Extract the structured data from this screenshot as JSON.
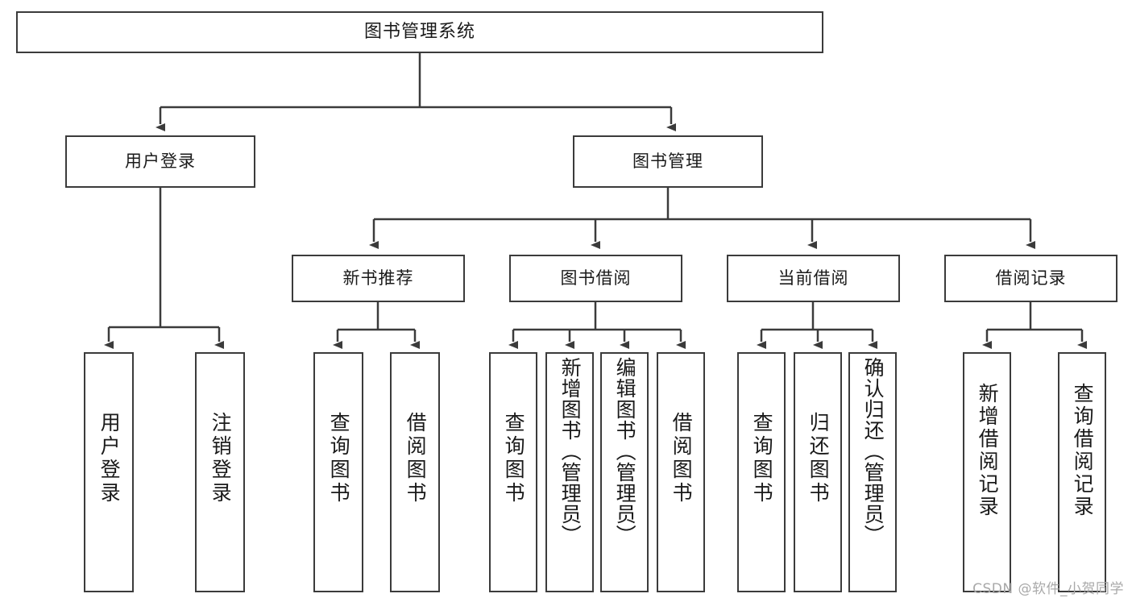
{
  "diagram": {
    "title": "图书管理系统",
    "watermark": "CSDN @软件_小贺同学",
    "colors": {
      "stroke": "#3b3b3b",
      "fill": "#ffffff",
      "text": "#1a1a1a",
      "watermark": "#a9a9a9"
    },
    "levels": {
      "root": {
        "label": "图书管理系统"
      },
      "level2": [
        {
          "label": "用户登录"
        },
        {
          "label": "图书管理"
        }
      ],
      "level3": [
        {
          "label": "新书推荐"
        },
        {
          "label": "图书借阅"
        },
        {
          "label": "当前借阅"
        },
        {
          "label": "借阅记录"
        }
      ],
      "leaves": {
        "user_login": [
          {
            "label": "用户登录"
          },
          {
            "label": "注销登录"
          }
        ],
        "new_book_recommend": [
          {
            "label": "查询图书"
          },
          {
            "label": "借阅图书"
          }
        ],
        "book_borrow": [
          {
            "label": "查询图书"
          },
          {
            "label": "新增图书（管理员）"
          },
          {
            "label": "编辑图书（管理员）"
          },
          {
            "label": "借阅图书"
          }
        ],
        "current_borrow": [
          {
            "label": "查询图书"
          },
          {
            "label": "归还图书"
          },
          {
            "label": "确认归还（管理员）"
          }
        ],
        "borrow_record": [
          {
            "label": "新增借阅记录"
          },
          {
            "label": "查询借阅记录"
          }
        ]
      }
    }
  }
}
